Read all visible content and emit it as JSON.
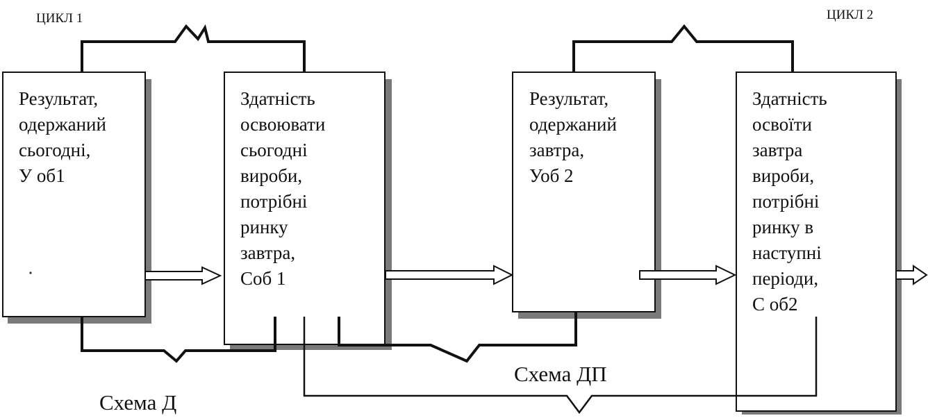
{
  "labels": {
    "cycle1": "ЦИКЛ  1",
    "cycle2": "ЦИКЛ 2",
    "scheme_d": "Схема Д",
    "scheme_dp": "Схема ДП"
  },
  "boxes": [
    {
      "id": "result-today",
      "lines": [
        "Результат,",
        "одержаний",
        "сьогодні,",
        "У об1"
      ]
    },
    {
      "id": "ability-today",
      "lines": [
        "Здатність",
        "освоювати",
        "сьогодні",
        "вироби,",
        "потрібні",
        "ринку",
        "завтра,",
        "Соб 1"
      ]
    },
    {
      "id": "result-tomorrow",
      "lines": [
        "Результат,",
        "одержаний",
        "завтра,",
        "Уоб 2"
      ]
    },
    {
      "id": "ability-tomorrow",
      "lines": [
        "Здатність",
        "освоїти",
        "завтра",
        "вироби,",
        "потрібні",
        "ринку в",
        "наступні",
        "періоди,",
        "С об2"
      ]
    }
  ]
}
